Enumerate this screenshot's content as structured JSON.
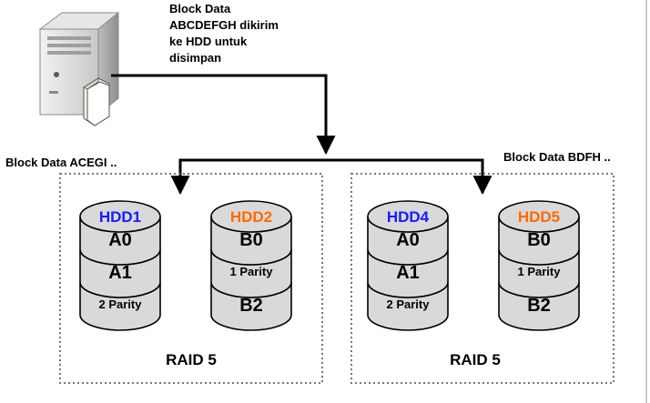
{
  "description": {
    "line1": "Block Data",
    "line2": "ABCDEFGH dikirim",
    "line3": "ke HDD untuk",
    "line4": "disimpan"
  },
  "left_group": {
    "label": "Block Data ACEGI ..",
    "raid_label": "RAID 5",
    "disks": [
      {
        "name": "HDD1",
        "name_color": "#1a1aff",
        "segments": [
          "A0",
          "A1",
          "2 Parity"
        ]
      },
      {
        "name": "HDD2",
        "name_color": "#ff6a00",
        "segments": [
          "B0",
          "1 Parity",
          "B2"
        ]
      }
    ]
  },
  "right_group": {
    "label": "Block Data BDFH ..",
    "raid_label": "RAID 5",
    "disks": [
      {
        "name": "HDD4",
        "name_color": "#1a1aff",
        "segments": [
          "A0",
          "A1",
          "2 Parity"
        ]
      },
      {
        "name": "HDD5",
        "name_color": "#ff6a00",
        "segments": [
          "B0",
          "1 Parity",
          "B2"
        ]
      }
    ]
  },
  "icons": {
    "server": "server-icon",
    "document": "document-icon"
  }
}
